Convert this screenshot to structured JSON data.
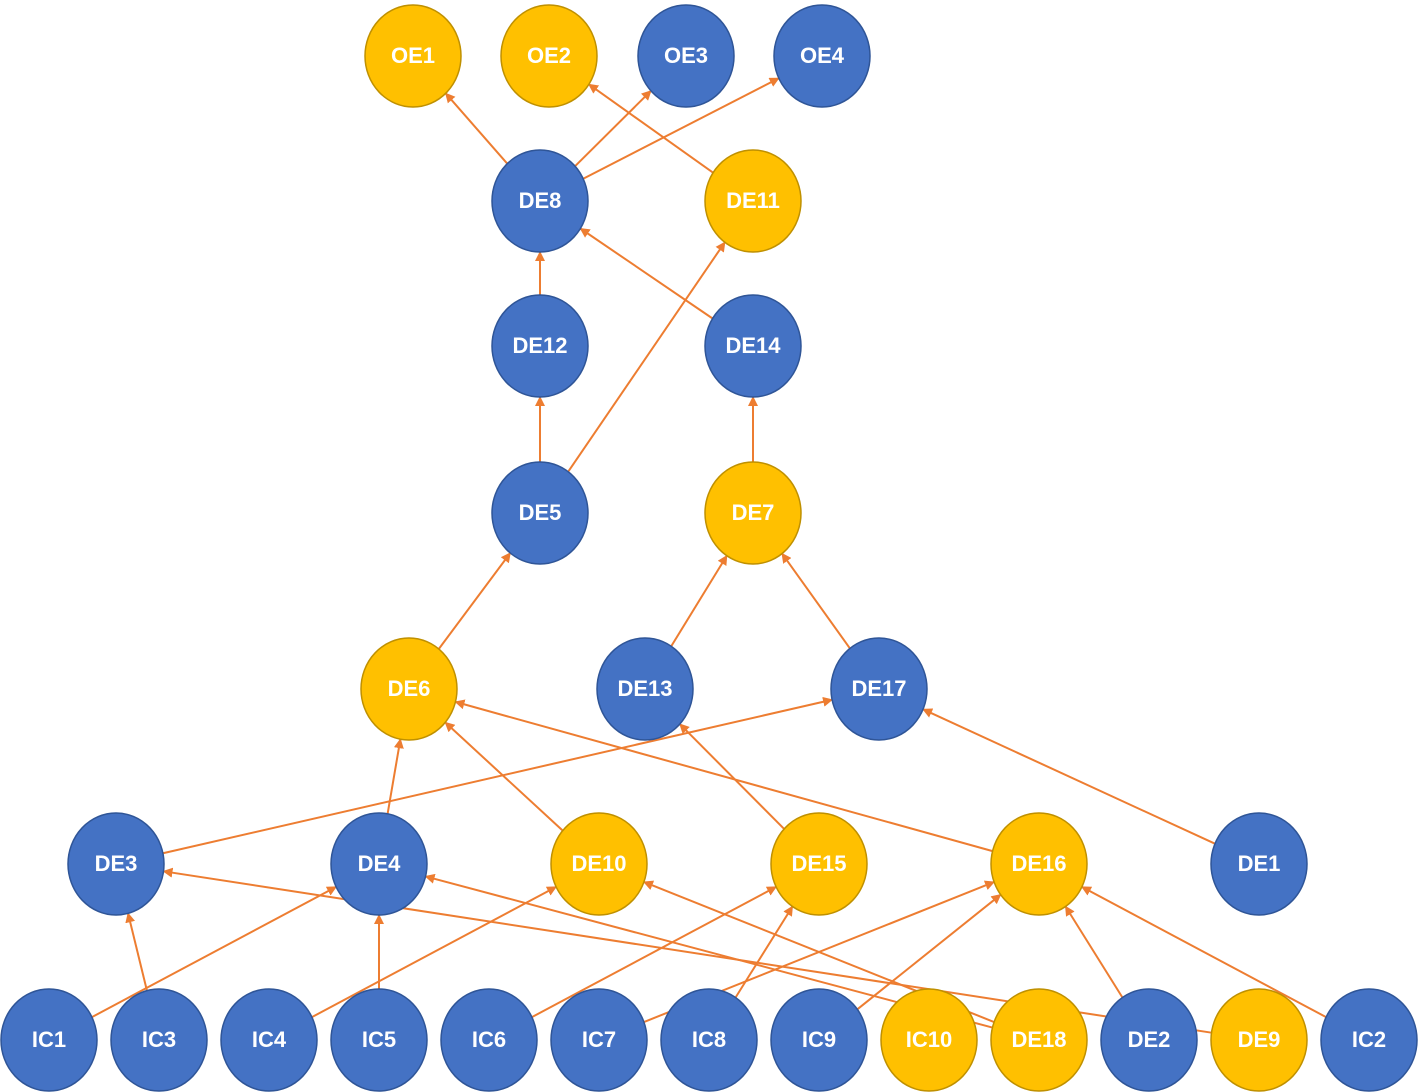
{
  "colors": {
    "blue_fill": "#4472C4",
    "blue_stroke": "#2F5597",
    "gold_fill": "#FFC000",
    "gold_stroke": "#BF9000",
    "edge": "#ED7D31",
    "label": "#FFFFFF"
  },
  "nodes": [
    {
      "id": "OE1",
      "color": "gold"
    },
    {
      "id": "OE2",
      "color": "gold"
    },
    {
      "id": "OE3",
      "color": "blue"
    },
    {
      "id": "OE4",
      "color": "blue"
    },
    {
      "id": "DE8",
      "color": "blue"
    },
    {
      "id": "DE11",
      "color": "gold"
    },
    {
      "id": "DE12",
      "color": "blue"
    },
    {
      "id": "DE14",
      "color": "blue"
    },
    {
      "id": "DE5",
      "color": "blue"
    },
    {
      "id": "DE7",
      "color": "gold"
    },
    {
      "id": "DE6",
      "color": "gold"
    },
    {
      "id": "DE13",
      "color": "blue"
    },
    {
      "id": "DE17",
      "color": "blue"
    },
    {
      "id": "DE3",
      "color": "blue"
    },
    {
      "id": "DE4",
      "color": "blue"
    },
    {
      "id": "DE10",
      "color": "gold"
    },
    {
      "id": "DE15",
      "color": "gold"
    },
    {
      "id": "DE16",
      "color": "gold"
    },
    {
      "id": "DE1",
      "color": "blue"
    },
    {
      "id": "IC1",
      "color": "blue"
    },
    {
      "id": "IC3",
      "color": "blue"
    },
    {
      "id": "IC4",
      "color": "blue"
    },
    {
      "id": "IC5",
      "color": "blue"
    },
    {
      "id": "IC6",
      "color": "blue"
    },
    {
      "id": "IC7",
      "color": "blue"
    },
    {
      "id": "IC8",
      "color": "blue"
    },
    {
      "id": "IC9",
      "color": "blue"
    },
    {
      "id": "IC10",
      "color": "gold"
    },
    {
      "id": "DE18",
      "color": "gold"
    },
    {
      "id": "DE2",
      "color": "blue"
    },
    {
      "id": "DE9",
      "color": "gold"
    },
    {
      "id": "IC2",
      "color": "blue"
    }
  ],
  "edges": [
    {
      "from": "DE8",
      "to": "OE1"
    },
    {
      "from": "DE8",
      "to": "OE3"
    },
    {
      "from": "DE8",
      "to": "OE4"
    },
    {
      "from": "DE11",
      "to": "OE2"
    },
    {
      "from": "DE12",
      "to": "DE8"
    },
    {
      "from": "DE14",
      "to": "DE8"
    },
    {
      "from": "DE5",
      "to": "DE12"
    },
    {
      "from": "DE5",
      "to": "DE11"
    },
    {
      "from": "DE7",
      "to": "DE14"
    },
    {
      "from": "DE6",
      "to": "DE5"
    },
    {
      "from": "DE13",
      "to": "DE7"
    },
    {
      "from": "DE17",
      "to": "DE7"
    },
    {
      "from": "DE3",
      "to": "DE17"
    },
    {
      "from": "DE4",
      "to": "DE6"
    },
    {
      "from": "DE10",
      "to": "DE6"
    },
    {
      "from": "DE16",
      "to": "DE6"
    },
    {
      "from": "DE15",
      "to": "DE13"
    },
    {
      "from": "DE1",
      "to": "DE17"
    },
    {
      "from": "IC1",
      "to": "DE4"
    },
    {
      "from": "IC3",
      "to": "DE3"
    },
    {
      "from": "IC4",
      "to": "DE10"
    },
    {
      "from": "IC5",
      "to": "DE4"
    },
    {
      "from": "IC6",
      "to": "DE15"
    },
    {
      "from": "IC7",
      "to": "DE16"
    },
    {
      "from": "IC8",
      "to": "DE15"
    },
    {
      "from": "IC9",
      "to": "DE16"
    },
    {
      "from": "DE18",
      "to": "DE4"
    },
    {
      "from": "DE18",
      "to": "DE10"
    },
    {
      "from": "DE2",
      "to": "DE16"
    },
    {
      "from": "DE9",
      "to": "DE3"
    },
    {
      "from": "IC2",
      "to": "DE16"
    }
  ]
}
